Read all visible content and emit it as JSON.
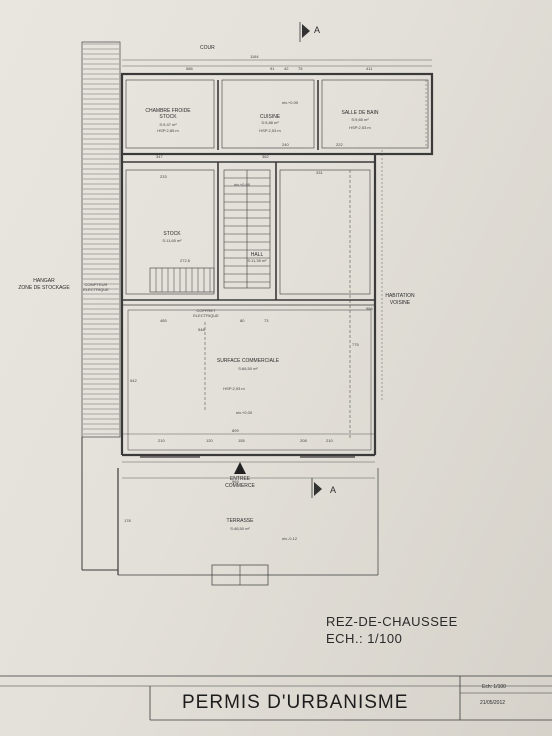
{
  "labels": {
    "cour": "COUR",
    "section_marker": "A",
    "chambre_froide": "CHAMBRE FROIDE",
    "chambre_froide_2": "STOCK",
    "chambre_froide_area": "S:9,47 m²",
    "chambre_froide_hsp": "HSP:2,85 m",
    "cuisine": "CUISINE",
    "cuisine_area": "S:9,88 m²",
    "cuisine_hsp": "HSP:2,53 m",
    "cuisine_niv": "niv.+0.00",
    "sdb": "SALLE DE BAIN",
    "sdb_area": "S:9,65 m²",
    "sdb_hsp": "HSP:2,53 m",
    "stock": "STOCK",
    "stock_area": "S:11,65 m²",
    "hall": "HALL",
    "hall_area": "S:11,35 m²",
    "hall_niv": "niv.+0.00",
    "coffret": "COFFRET",
    "coffret_2": "ELECTRIQUE",
    "compteur": "COMPTEUR",
    "compteur_2": "ELECTRIQUE",
    "hangar": "HANGAR",
    "hangar_2": "ZONE DE STOCKAGE",
    "habitation": "HABITATION",
    "habitation_2": "VOISINE",
    "surface": "SURFACE COMMERCIALE",
    "surface_area": "S:66,50 m²",
    "surface_hsp": "HSP:2,93 m",
    "surface_niv": "niv.+0.00",
    "entree": "ENTREE",
    "entree_2": "COMMERCE",
    "terrasse": "TERRASSE",
    "terrasse_area": "S:46,50 m²",
    "terrasse_niv": "niv.-0.12"
  },
  "plan_title": "REZ-DE-CHAUSSEE",
  "plan_scale": "ECH.: 1/100",
  "title_block": {
    "title": "PERMIS D'URBANISME",
    "ech": "Ech: 1/100",
    "date": "21/05/2012"
  },
  "dimensions": {
    "top_total": "1164",
    "top_a": "586",
    "top_b": "411",
    "top_c": "91",
    "top_d": "42",
    "top_e": "75",
    "mid_a": "347",
    "mid_b": "362",
    "mid_c": "240",
    "mid_d": "222",
    "stock_w": "233",
    "stock_h": "272,5",
    "hall_d": "331",
    "surf_a": "485",
    "surf_b": "80",
    "surf_c": "73",
    "surf_d": "548",
    "surf_h": "775",
    "surf_w": "899",
    "bot_a": "210",
    "bot_b": "120",
    "bot_c": "155",
    "bot_d": "208",
    "bot_e": "210",
    "bot_total": "969",
    "left_h": "542",
    "side_h": "986",
    "terr_h": "178"
  }
}
